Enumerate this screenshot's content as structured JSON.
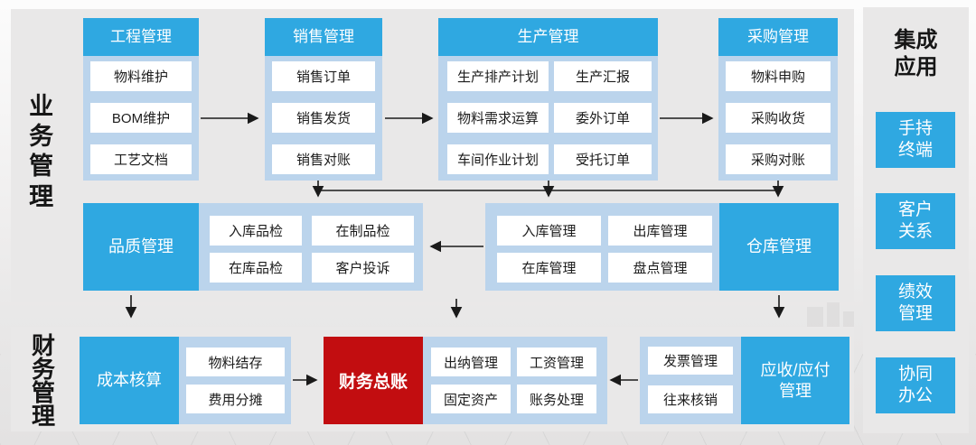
{
  "labels": {
    "business": "业务管理",
    "finance": "财务管理"
  },
  "groups": {
    "engineering": {
      "title": "工程管理",
      "items": [
        "物料维护",
        "BOM维护",
        "工艺文档"
      ]
    },
    "sales": {
      "title": "销售管理",
      "items": [
        "销售订单",
        "销售发货",
        "销售对账"
      ]
    },
    "production": {
      "title": "生产管理",
      "left": [
        "生产排产计划",
        "物料需求运算",
        "车间作业计划"
      ],
      "right": [
        "生产汇报",
        "委外订单",
        "受托订单"
      ]
    },
    "procurement": {
      "title": "采购管理",
      "items": [
        "物料申购",
        "采购收货",
        "采购对账"
      ]
    },
    "quality": {
      "title": "品质管理",
      "items": [
        "入库品检",
        "在制品检",
        "在库品检",
        "客户投诉"
      ]
    },
    "warehouse": {
      "title": "仓库管理",
      "items": [
        "入库管理",
        "出库管理",
        "在库管理",
        "盘点管理"
      ]
    },
    "cost": {
      "title": "成本核算",
      "items": [
        "物料结存",
        "费用分摊"
      ]
    },
    "ledger": {
      "title": "财务总账"
    },
    "cashier": {
      "items": [
        "出纳管理",
        "工资管理",
        "固定资产",
        "账务处理"
      ]
    },
    "receivable": {
      "title": "应收/应付管理",
      "items": [
        "发票管理",
        "往来核销"
      ]
    }
  },
  "integration": {
    "title": "集成应用",
    "apps": [
      "手持终端",
      "客户关系",
      "绩效管理",
      "协同办公"
    ]
  },
  "colors": {
    "blue": "#2FA8E1",
    "light_blue": "#BBD4EC",
    "red": "#C20D10",
    "panel": "#E9E8E8",
    "arrow": "#1A1A1A"
  }
}
